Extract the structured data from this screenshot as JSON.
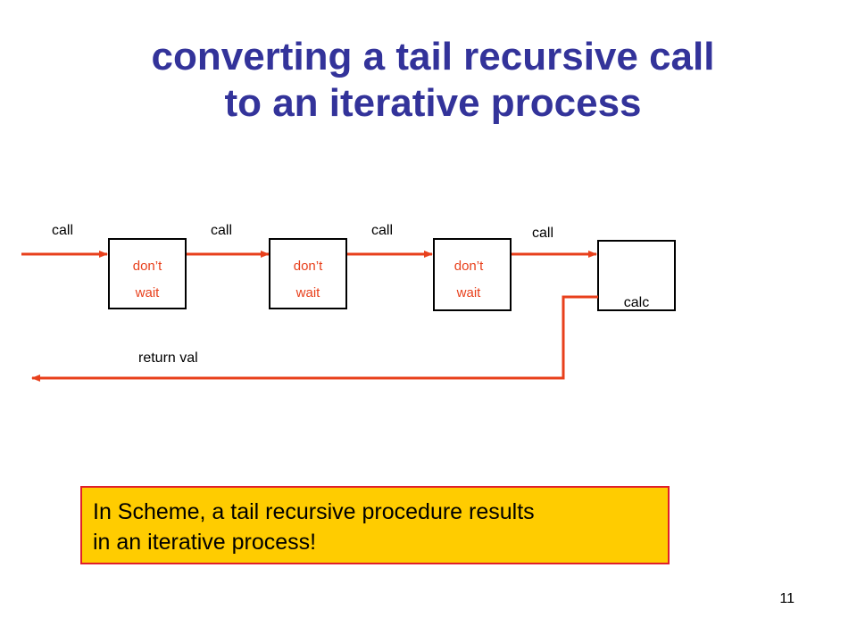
{
  "slide": {
    "title_line1": "converting a tail recursive call",
    "title_line2": "to an iterative process",
    "page_number": "11"
  },
  "diagram": {
    "call_labels": [
      "call",
      "call",
      "call",
      "call"
    ],
    "boxes": [
      {
        "line1": "don’t",
        "line2": "wait"
      },
      {
        "line1": "don’t",
        "line2": "wait"
      },
      {
        "line1": "don’t",
        "line2": "wait"
      },
      {
        "line1": "",
        "line2": "calc"
      }
    ],
    "return_label": "return val"
  },
  "callout": {
    "text_line1": "In Scheme, a tail recursive procedure results",
    "text_line2": "in an iterative process!"
  },
  "colors": {
    "title": "#33339a",
    "arrow": "#e8401c",
    "box_text": "#e8401c",
    "callout_fill": "#ffcc00",
    "callout_border": "#e0202a"
  }
}
